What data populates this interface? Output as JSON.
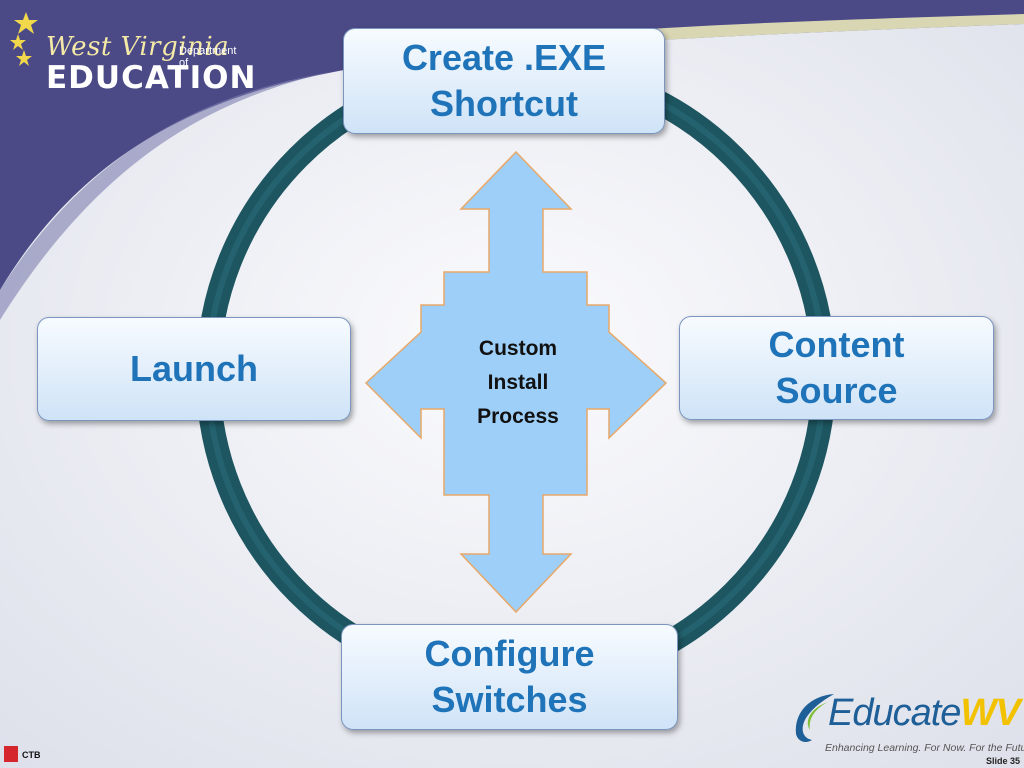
{
  "branding": {
    "top_logo_script": "West Virginia",
    "top_logo_dept": "Department of",
    "top_logo_main": "EDUCATION",
    "footer_logo_word": "Educate",
    "footer_logo_wv": "WV",
    "footer_tagline": "Enhancing Learning. For Now. For the Future",
    "publisher": "CTB",
    "slide_number": "Slide 35"
  },
  "diagram": {
    "nodes": {
      "top": "Create .EXE\nShortcut",
      "right": "Content\nSource",
      "bottom": "Configure\nSwitches",
      "left": "Launch"
    },
    "center": "Custom\nInstall\nProcess"
  },
  "colors": {
    "banner": "#4b4a86",
    "banner_accent": "#f2eebc",
    "cycle_ring": "#1d5660",
    "box_text": "#1f73b8",
    "arrow_fill": "#9ecff8",
    "arrow_stroke": "#e8a868"
  }
}
